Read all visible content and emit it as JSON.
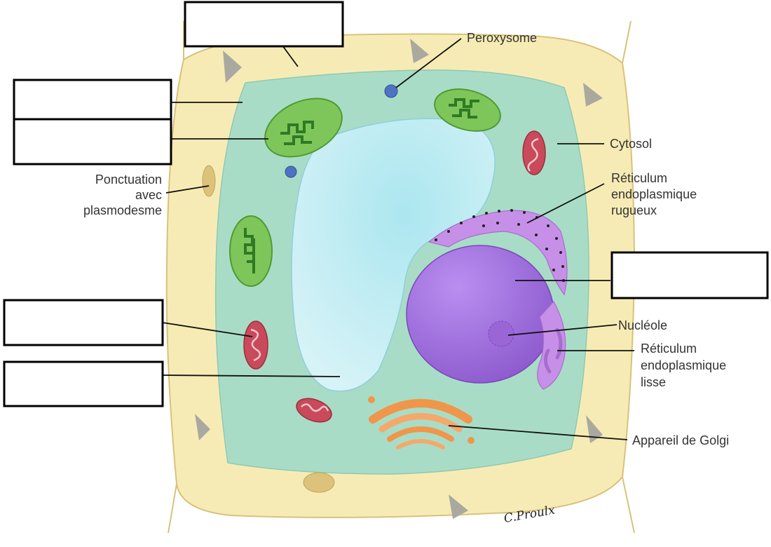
{
  "diagram": {
    "labels": {
      "peroxysome": "Peroxysome",
      "cytosol": "Cytosol",
      "rer": [
        "Réticulum",
        "endoplasmique",
        "rugueux"
      ],
      "ponctuation": [
        "Ponctuation",
        "avec",
        "plasmodesme"
      ],
      "nucleole": "Nucléole",
      "rel": [
        "Réticulum",
        "endoplasmique",
        "lisse"
      ],
      "golgi": "Appareil de Golgi"
    },
    "blank_boxes": [
      "",
      "",
      "",
      "",
      "",
      ""
    ],
    "signature": "C.Proulx"
  },
  "colors": {
    "cell_wall": "#f7ebb5",
    "wall_outline": "#d8c27a",
    "cytoplasm": "#a9dcc6",
    "vacuole": "#c6eef4",
    "nucleus": "#a474dc",
    "chloroplast": "#7fc65a",
    "mitochondrion": "#c94a5a",
    "golgi": "#f0964a",
    "er": "#c690e8",
    "peroxysome": "#4f72c4"
  }
}
